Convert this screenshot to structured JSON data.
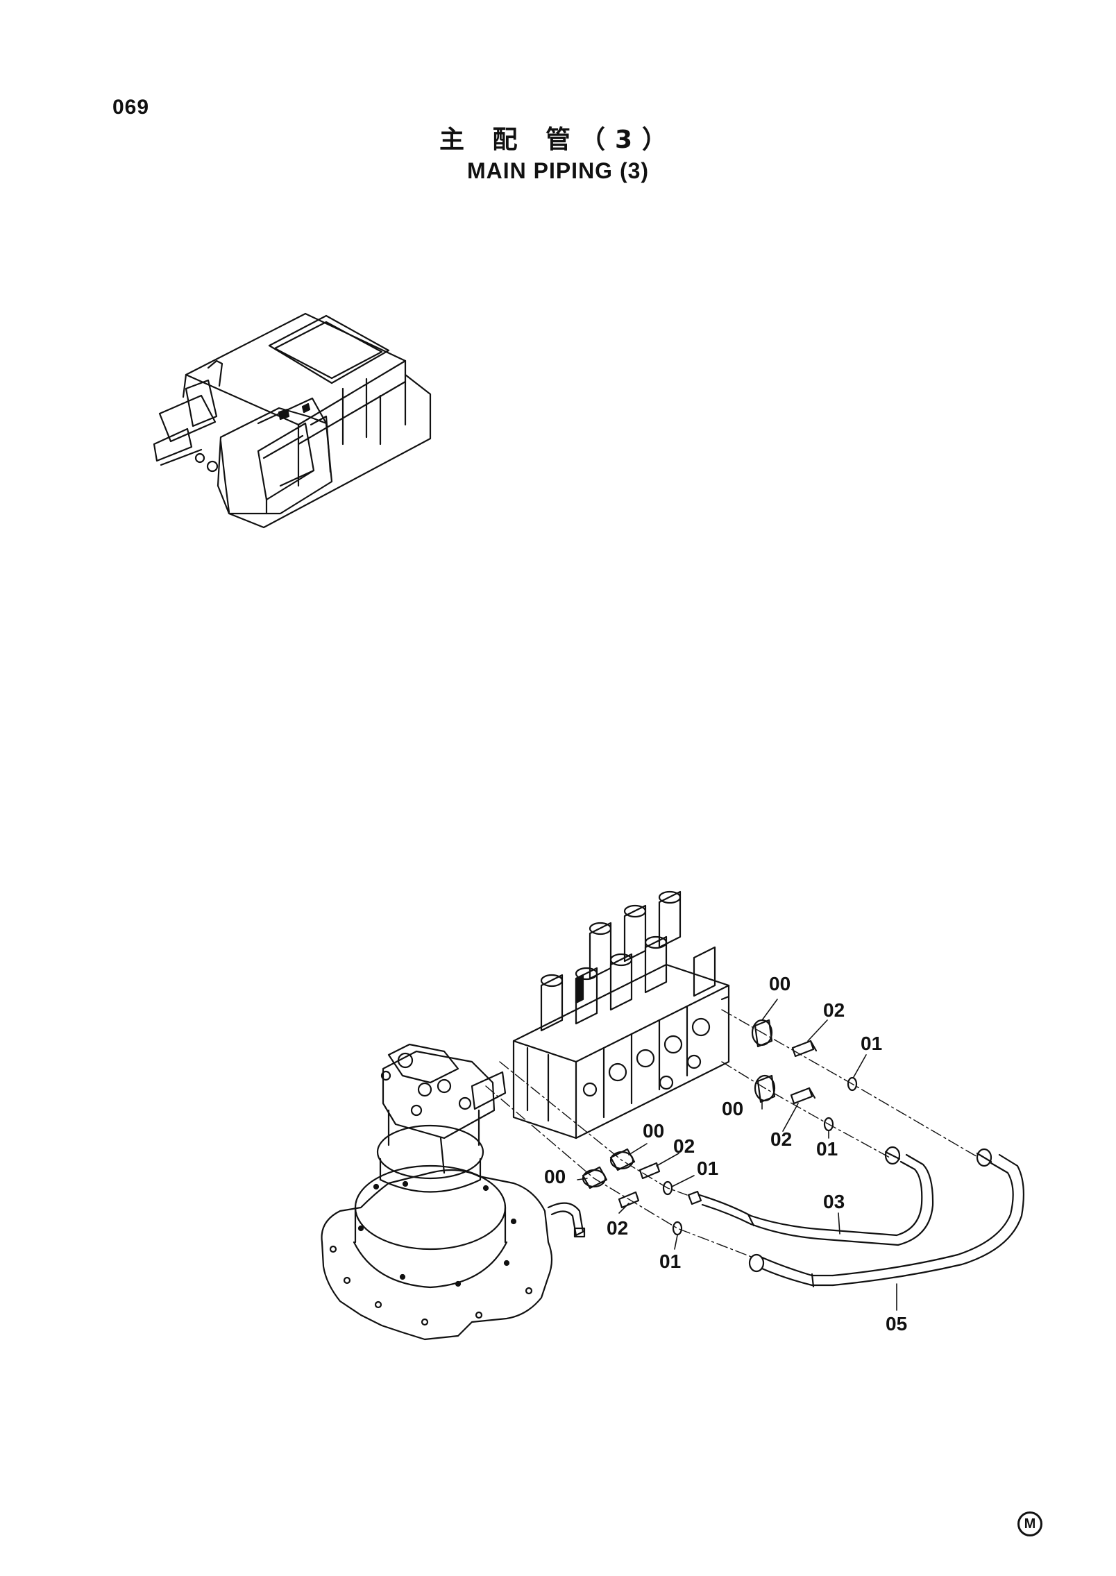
{
  "header": {
    "page_number": "069",
    "title_jp": "主 配 管（3）",
    "title_en": "MAIN PIPING (3)"
  },
  "callouts": [
    {
      "id": "c1",
      "text": "00"
    },
    {
      "id": "c2",
      "text": "02"
    },
    {
      "id": "c3",
      "text": "01"
    },
    {
      "id": "c4",
      "text": "00"
    },
    {
      "id": "c5",
      "text": "02"
    },
    {
      "id": "c6",
      "text": "01"
    },
    {
      "id": "c7",
      "text": "00"
    },
    {
      "id": "c8",
      "text": "02"
    },
    {
      "id": "c9",
      "text": "00"
    },
    {
      "id": "c10",
      "text": "01"
    },
    {
      "id": "c11",
      "text": "03"
    },
    {
      "id": "c12",
      "text": "02"
    },
    {
      "id": "c13",
      "text": "01"
    },
    {
      "id": "c14",
      "text": "05"
    }
  ],
  "footer": {
    "mark": "M"
  }
}
